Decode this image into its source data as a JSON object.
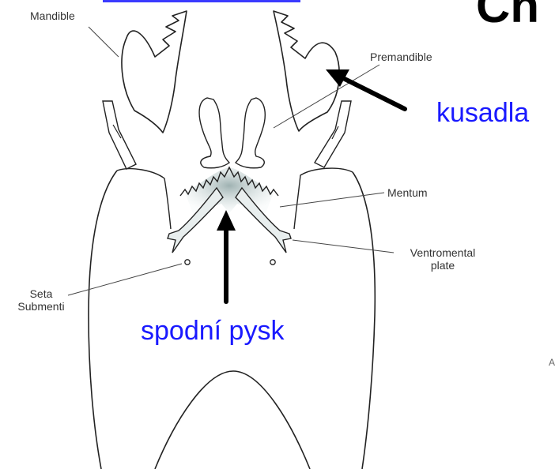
{
  "labels": {
    "mandible": "Mandible",
    "premandible": "Premandible",
    "mentum": "Mentum",
    "ventromental_1": "Ventromental",
    "ventromental_2": "plate",
    "seta_1": "Seta",
    "seta_2": "Submenti"
  },
  "annotations": {
    "kusadla": "kusadla",
    "spodni_pysk": "spodní pysk"
  },
  "corner_text": "Ch",
  "edge_fragment": "A",
  "colors": {
    "annotation": "#1a1aff",
    "outline": "#222222",
    "arrow": "#000000",
    "shading": "#b8c8c8"
  }
}
